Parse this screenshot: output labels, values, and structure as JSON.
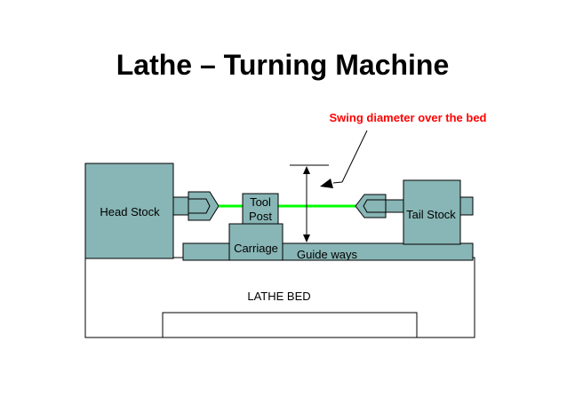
{
  "title": "Lathe – Turning Machine",
  "callout": {
    "text": "Swing diameter over the bed",
    "color": "#ff0000"
  },
  "labels": {
    "head_stock": "Head Stock",
    "tail_stock": "Tail Stock",
    "tool_post_line1": "Tool",
    "tool_post_line2": "Post",
    "carriage": "Carriage",
    "guide_ways": "Guide ways",
    "lathe_bed": "LATHE  BED"
  },
  "colors": {
    "component_fill": "#88b5b5",
    "outline": "#000000",
    "workpiece": "#00ff00",
    "bed_fill": "#ffffff",
    "text": "#000000"
  }
}
